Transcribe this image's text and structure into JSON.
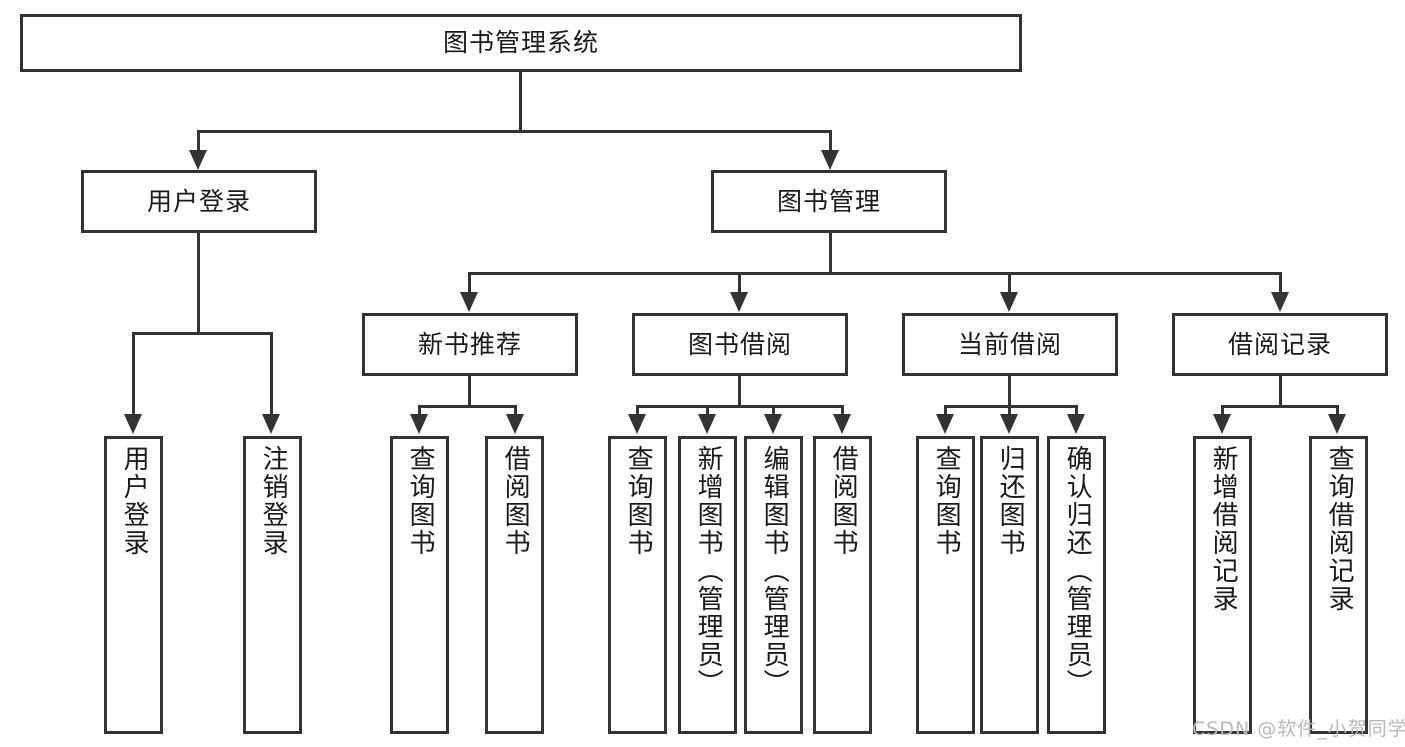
{
  "diagram": {
    "type": "hierarchy-tree",
    "title": "图书管理系统",
    "root": {
      "label": "图书管理系统"
    },
    "level2": [
      {
        "id": "user-login",
        "label": "用户登录"
      },
      {
        "id": "book-management",
        "label": "图书管理"
      }
    ],
    "level3": [
      {
        "id": "new-book-recommend",
        "label": "新书推荐",
        "parent": "book-management"
      },
      {
        "id": "book-borrow",
        "label": "图书借阅",
        "parent": "book-management"
      },
      {
        "id": "current-borrow",
        "label": "当前借阅",
        "parent": "book-management"
      },
      {
        "id": "borrow-record",
        "label": "借阅记录",
        "parent": "book-management"
      }
    ],
    "leaves": {
      "user_login": [
        {
          "id": "leaf-user-login",
          "label": "用户登录"
        },
        {
          "id": "leaf-user-logout",
          "label": "注销登录"
        }
      ],
      "new_book_recommend": [
        {
          "id": "leaf-query-book-1",
          "label": "查询图书"
        },
        {
          "id": "leaf-borrow-book-1",
          "label": "借阅图书"
        }
      ],
      "book_borrow": [
        {
          "id": "leaf-query-book-2",
          "label": "查询图书"
        },
        {
          "id": "leaf-add-book",
          "label": "新增图书（管理员）"
        },
        {
          "id": "leaf-edit-book",
          "label": "编辑图书（管理员）"
        },
        {
          "id": "leaf-borrow-book-2",
          "label": "借阅图书"
        }
      ],
      "current_borrow": [
        {
          "id": "leaf-query-book-3",
          "label": "查询图书"
        },
        {
          "id": "leaf-return-book",
          "label": "归还图书"
        },
        {
          "id": "leaf-confirm-return",
          "label": "确认归还（管理员）"
        }
      ],
      "borrow_record": [
        {
          "id": "leaf-add-record",
          "label": "新增借阅记录"
        },
        {
          "id": "leaf-query-record",
          "label": "查询借阅记录"
        }
      ]
    }
  },
  "watermark": {
    "text": "CSDN @软件_小贺同学"
  },
  "colors": {
    "border": "#333333",
    "background": "#ffffff",
    "text": "#1a1a1a",
    "watermark": "#b9b9b9"
  }
}
